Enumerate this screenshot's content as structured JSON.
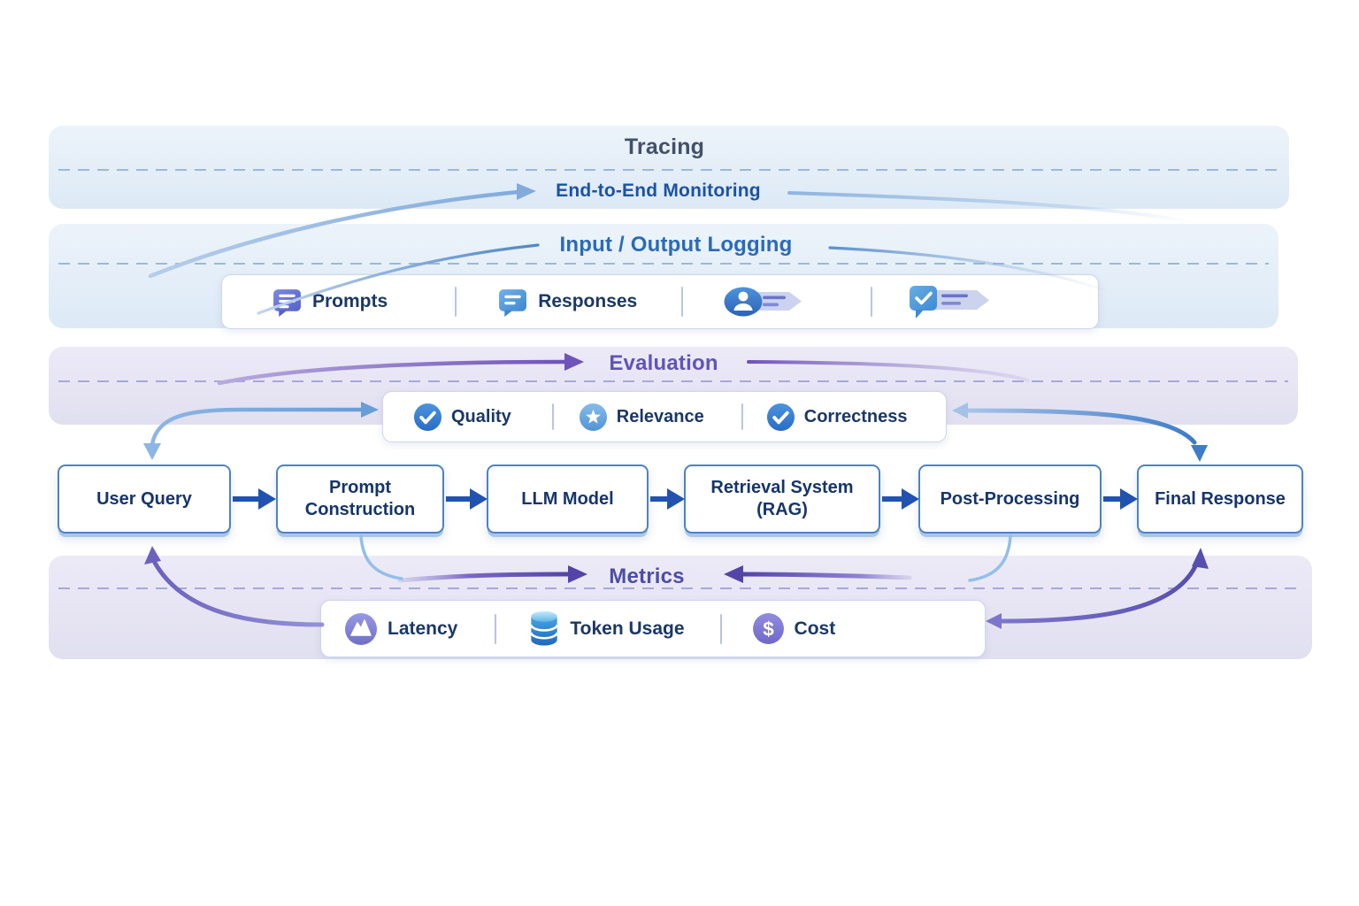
{
  "sections": {
    "tracing": {
      "title": "Tracing",
      "monitoring_label": "End-to-End Monitoring"
    },
    "io_logging": {
      "title": "Input / Output Logging",
      "items": [
        {
          "label": "Prompts",
          "icon": "prompt-bubble-icon"
        },
        {
          "label": "Responses",
          "icon": "response-bubble-icon"
        },
        {
          "label": "",
          "icon": "user-log-icon"
        },
        {
          "label": "",
          "icon": "verified-reply-icon"
        }
      ]
    },
    "evaluation": {
      "title": "Evaluation",
      "items": [
        {
          "label": "Quality",
          "icon": "check-circle-icon"
        },
        {
          "label": "Relevance",
          "icon": "star-circle-icon"
        },
        {
          "label": "Correctness",
          "icon": "check-circle-icon"
        }
      ]
    },
    "metrics": {
      "title": "Metrics",
      "items": [
        {
          "label": "Latency",
          "icon": "latency-mountain-icon"
        },
        {
          "label": "Token Usage",
          "icon": "database-icon"
        },
        {
          "label": "Cost",
          "icon": "dollar-icon"
        }
      ]
    }
  },
  "pipeline": {
    "nodes": [
      "User Query",
      "Prompt Construction",
      "LLM Model",
      "Retrieval System (RAG)",
      "Post-Processing",
      "Final Response"
    ]
  },
  "colors": {
    "flow_arrow": "#2153ae",
    "band_blue": "#e4eef8",
    "band_purple": "#e6e4f3",
    "dashed_blue": "#9cb8da",
    "dashed_purple": "#a6a8da",
    "title_tracing": "#42506a",
    "title_monitoring": "#1c52a3",
    "title_io": "#2b6ab8",
    "title_evaluation": "#5f55b8",
    "title_metrics": "#4c4da5",
    "node_border": "#4d82c4",
    "node_text": "#16356b"
  }
}
